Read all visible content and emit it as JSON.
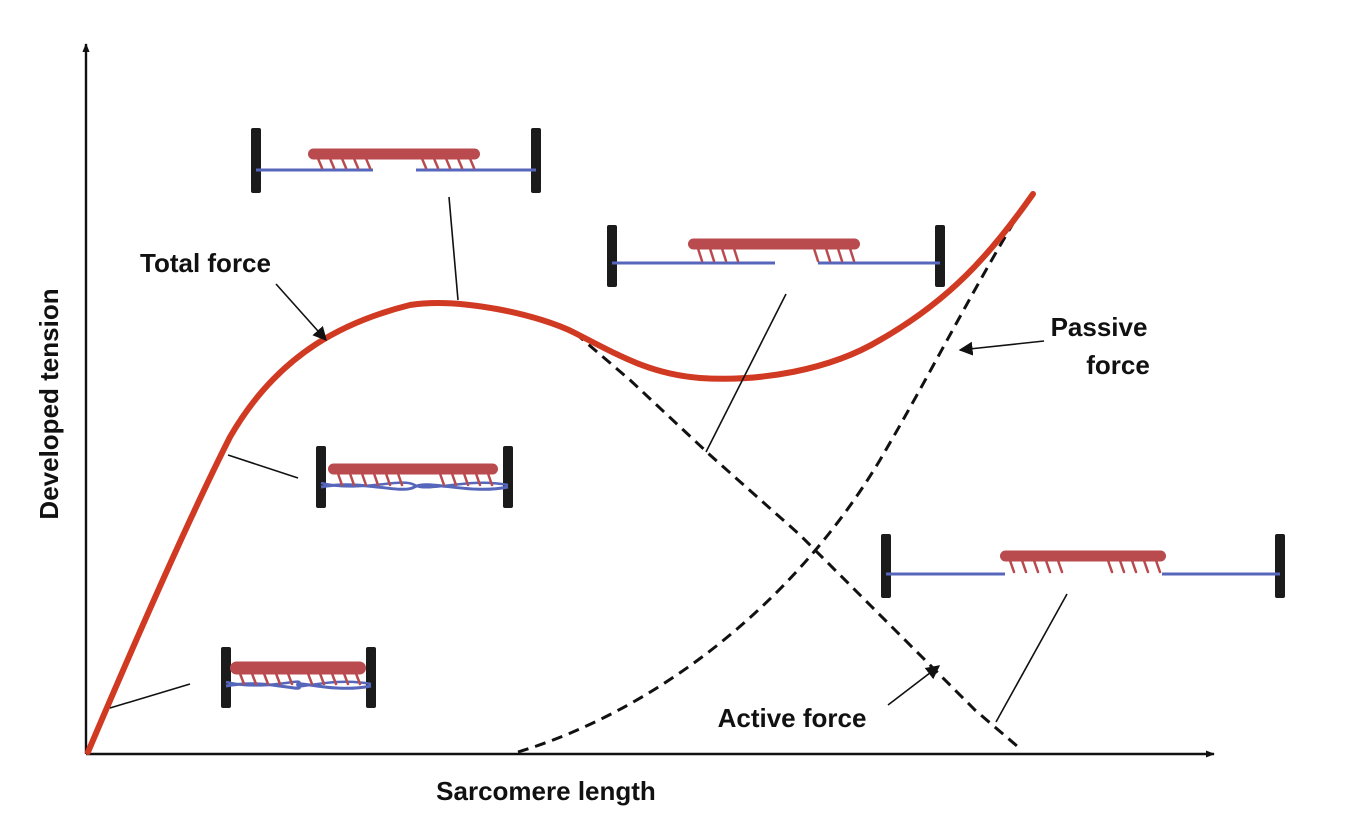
{
  "axes": {
    "x_label": "Sarcomere length",
    "y_label": "Developed tension"
  },
  "curves": {
    "total_label": "Total force",
    "passive_label_line1": "Passive",
    "passive_label_line2": "force",
    "active_label": "Active force"
  },
  "colors": {
    "total_force": "#d13a22",
    "myosin": "#b94a4e",
    "actin": "#5566bb",
    "z_disk": "#1b1b1b",
    "ink": "#111111"
  }
}
